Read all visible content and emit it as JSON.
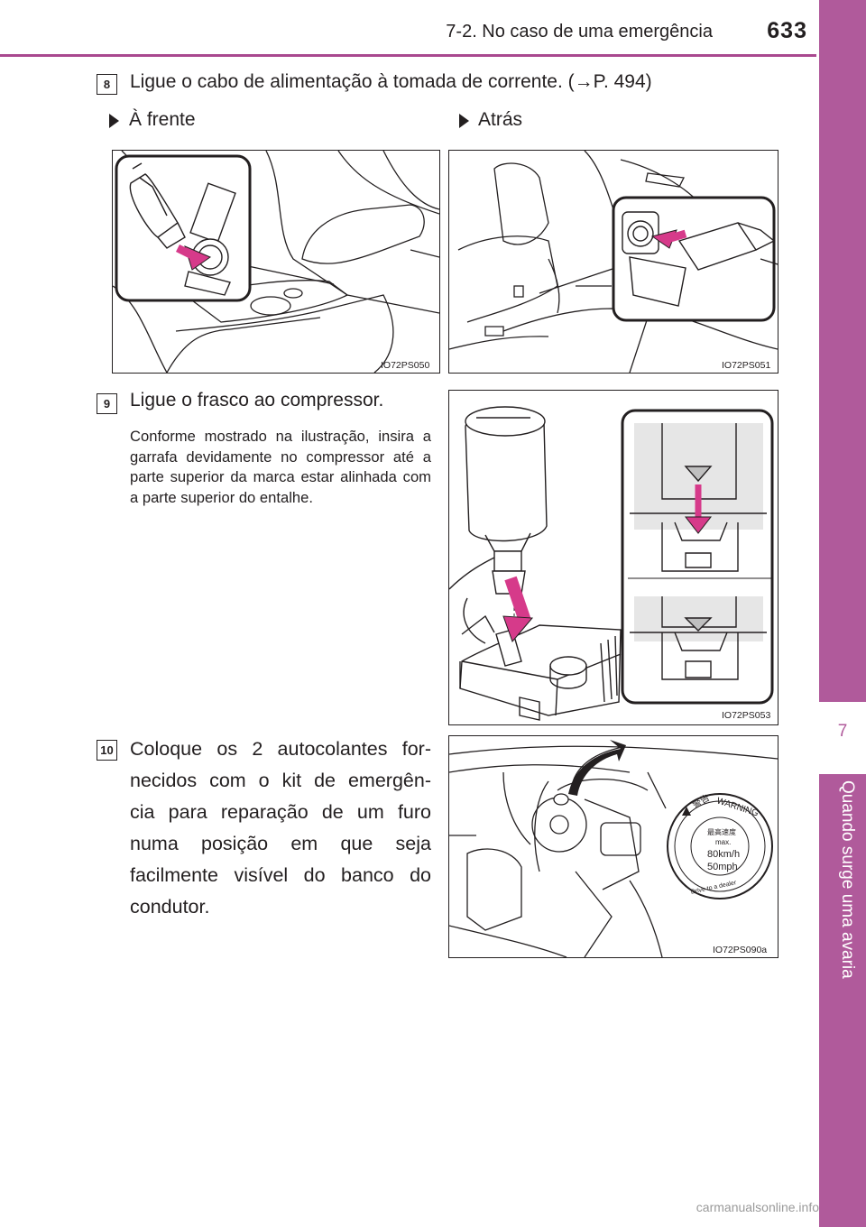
{
  "header": {
    "section_title": "7-2. No caso de uma emergência",
    "page_number": "633"
  },
  "side_tab": {
    "chapter_number": "7",
    "chapter_title": "Quando surge uma avaria"
  },
  "steps": [
    {
      "number": "8",
      "text": "Ligue o cabo de alimentação à tomada de corrente. (→P. 494)",
      "views": [
        {
          "label": "À frente",
          "figure_code": "IO72PS050"
        },
        {
          "label": "Atrás",
          "figure_code": "IO72PS051"
        }
      ]
    },
    {
      "number": "9",
      "text": "Ligue o frasco ao compressor.",
      "detail": "Conforme mostrado na ilustração, insira a garrafa devidamente no compressor até a parte superior da marca estar alinhada com a parte superior do entalhe.",
      "figure_code": "IO72PS053"
    },
    {
      "number": "10",
      "text": "Coloque os 2 autocolantes fornecidos com o kit de emergência para reparação de um furo numa posição em que seja facilmente visível do banco do condutor.",
      "text_lines": [
        "Coloque os 2 autocolantes for-",
        "necidos com o kit de emergên-",
        "cia para reparação de um furo",
        "numa posição em que seja",
        "facilmente visível do banco do",
        "condutor."
      ],
      "figure_code": "IO72PS090a",
      "sticker": {
        "warning_jp": "警告",
        "warning_en": "WARNING",
        "speed_jp": "最高速度",
        "max": "max.",
        "kmh": "80km/h",
        "mph": "50mph",
        "dealer_en": "Drive to a dealer"
      }
    }
  ],
  "footer": {
    "watermark": "carmanualsonline.info"
  }
}
